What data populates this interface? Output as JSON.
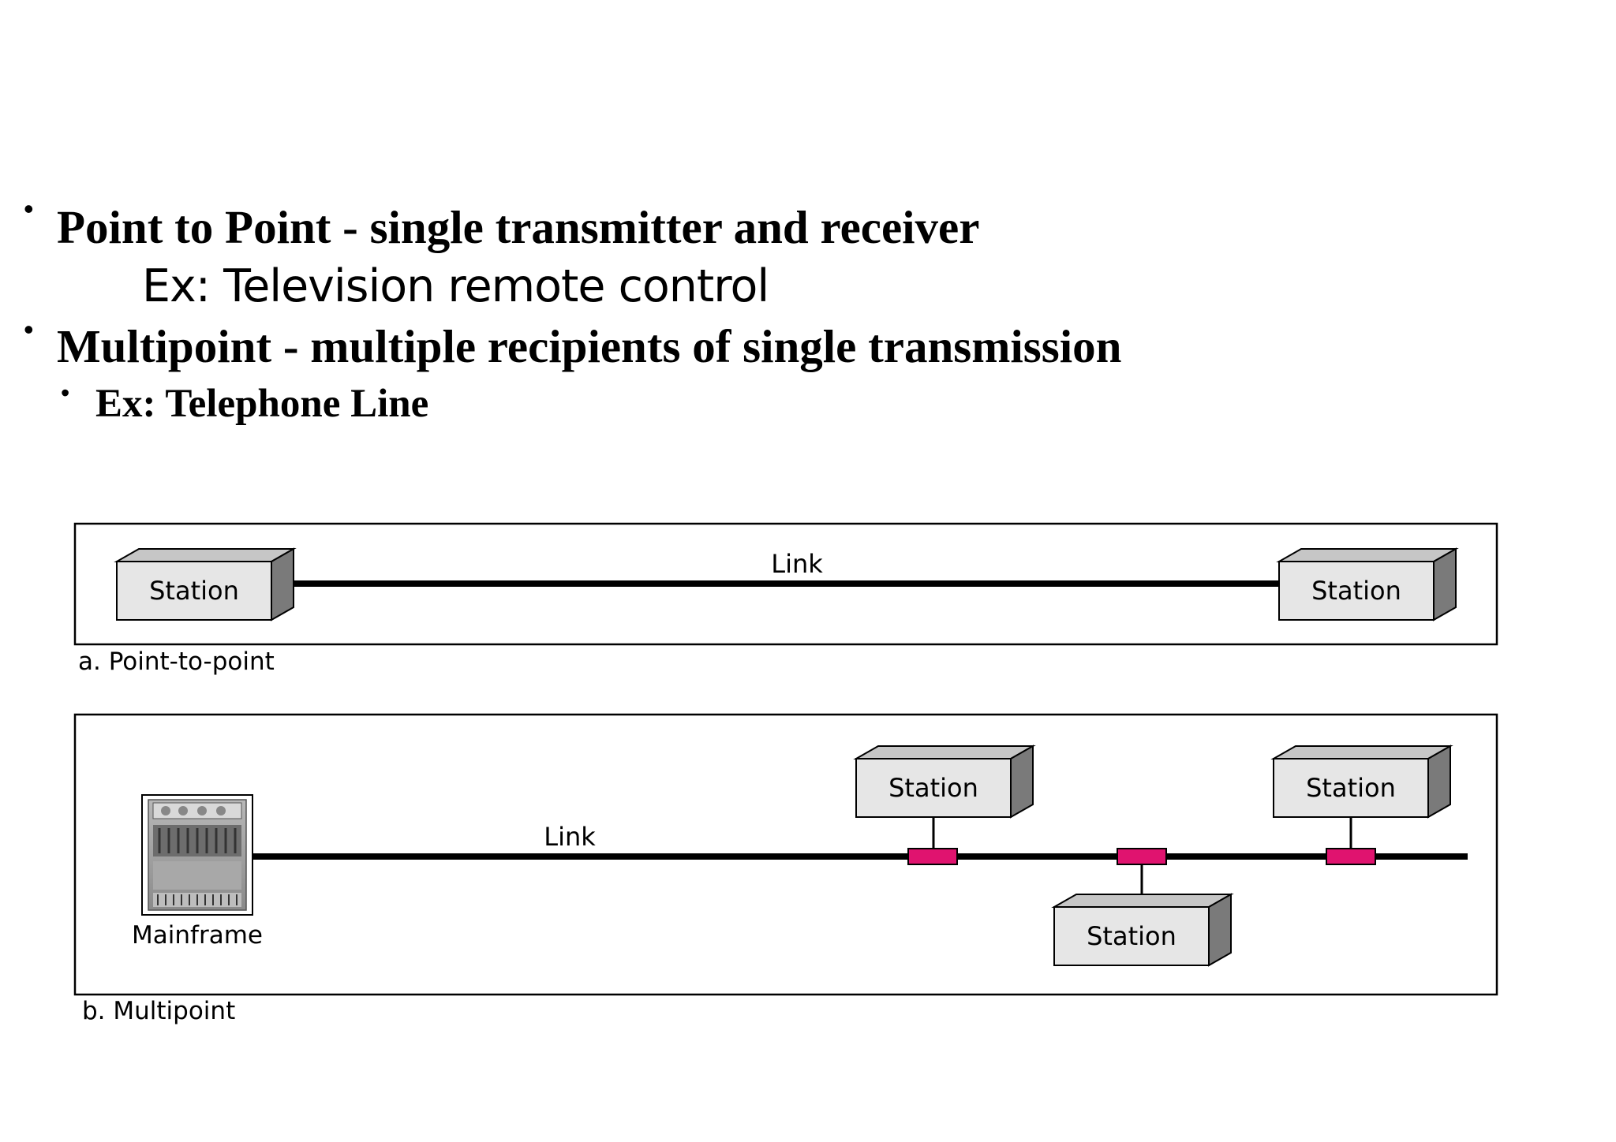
{
  "bullets": {
    "point_to_point": "Point to Point - single transmitter and receiver",
    "point_to_point_example": "Ex: Television remote control",
    "multipoint": "Multipoint - multiple recipients of single transmission",
    "multipoint_example": "Ex: Telephone Line"
  },
  "diagram_a": {
    "caption": "a. Point-to-point",
    "link_label": "Link",
    "station_left": "Station",
    "station_right": "Station"
  },
  "diagram_b": {
    "caption": "b. Multipoint",
    "link_label": "Link",
    "mainframe_label": "Mainframe",
    "station_top_1": "Station",
    "station_top_2": "Station",
    "station_bottom": "Station",
    "tap_color": "#e0136f"
  }
}
